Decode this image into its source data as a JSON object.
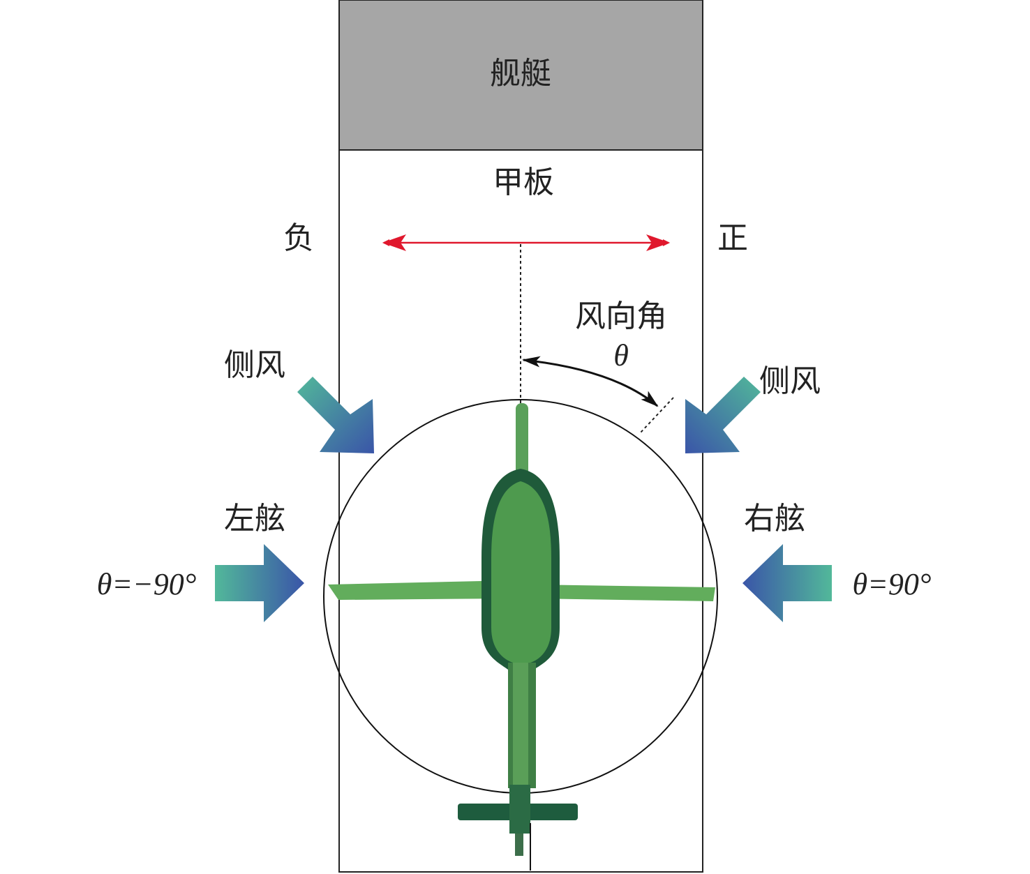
{
  "labels": {
    "ship": "舰艇",
    "deck": "甲板",
    "negative": "负",
    "positive": "正",
    "wind_angle": "风向角",
    "theta": "θ",
    "crosswind_left": "侧风",
    "crosswind_right": "侧风",
    "port": "左舷",
    "starboard": "右舷",
    "theta_minus_90": "θ=−90°",
    "theta_plus_90": "θ=90°"
  },
  "colors": {
    "ship_fill": "#a6a6a6",
    "red_arrow": "#e0182d",
    "wind_arrow_start": "#52b89a",
    "wind_arrow_end": "#3a55a8",
    "helicopter": "#4f9a4f"
  }
}
